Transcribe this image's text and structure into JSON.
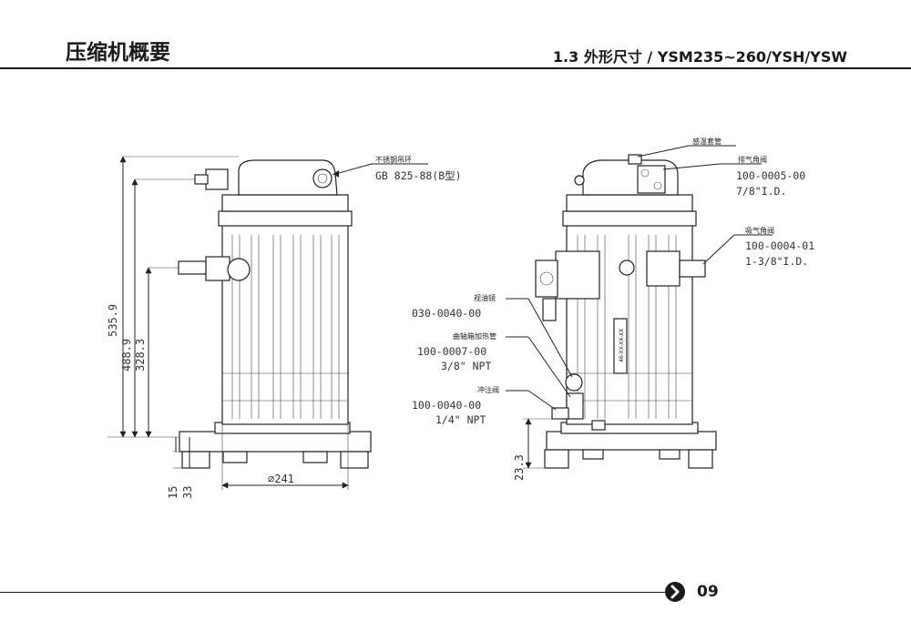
{
  "header": {
    "title": "压缩机概要",
    "subtitle": "1.3 外形尺寸 / YSM235~260/YSH/YSW"
  },
  "footer": {
    "page_number": "09",
    "arrow_icon": "chevron-right-circle-icon"
  },
  "left_view": {
    "callouts": {
      "lifting_ring_cn": "不锈钢吊环",
      "lifting_ring_std": "GB 825-88(B型)"
    },
    "dimensions": {
      "height_total": "535.9",
      "height_discharge": "488.9",
      "height_suction": "328.3",
      "base_15": "15",
      "base_33": "33",
      "diameter": "∅241"
    }
  },
  "right_view": {
    "callouts": {
      "sensor_tube_cn": "感温套管",
      "discharge_valve_cn": "排气角阀",
      "discharge_valve_pn": "100-0005-00",
      "discharge_valve_size": "7/8\"I.D.",
      "suction_valve_cn": "吸气角阀",
      "suction_valve_pn": "100-0004-01",
      "suction_valve_size": "1-3/8\"I.D.",
      "sight_glass_cn": "视油镜",
      "sight_glass_pn": "030-0040-00",
      "crankcase_heater_cn": "曲轴箱加热管",
      "crankcase_heater_pn": "100-0007-00",
      "crankcase_heater_size": "3/8\" NPT",
      "charge_valve_cn": "冲注阀",
      "charge_valve_pn": "100-0040-00",
      "charge_valve_size": "1/4\" NPT",
      "nameplate": "46-XX-XX-XX"
    },
    "dimensions": {
      "base_height": "23.3"
    }
  }
}
